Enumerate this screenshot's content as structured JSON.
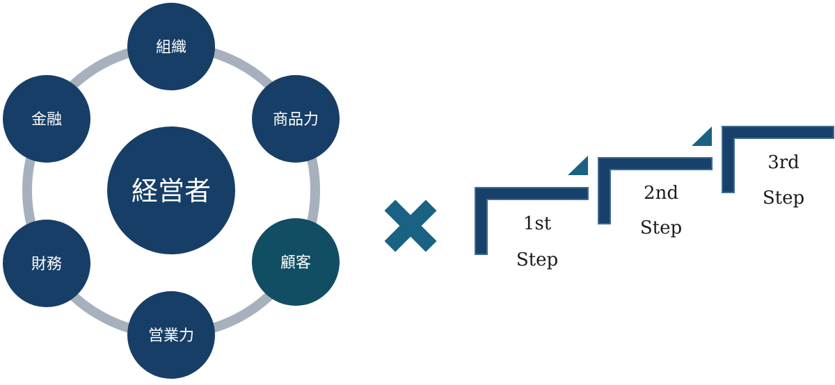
{
  "colors": {
    "node_primary": "#173e66",
    "node_highlight": "#114e63",
    "ring": "#a7b1bd",
    "cross": "#1a6283",
    "step_fill": "#17416a",
    "step_outline": "#3f6d90",
    "step_triangle": "#1a6283",
    "label_dark": "#1a1a1a"
  },
  "cycle": {
    "center_label": "経営者",
    "nodes": [
      {
        "label": "組織",
        "highlight": false
      },
      {
        "label": "商品力",
        "highlight": false
      },
      {
        "label": "顧客",
        "highlight": true
      },
      {
        "label": "営業力",
        "highlight": false
      },
      {
        "label": "財務",
        "highlight": false
      },
      {
        "label": "金融",
        "highlight": false
      }
    ]
  },
  "operator": {
    "icon": "multiply-icon"
  },
  "steps": [
    {
      "line1": "1st",
      "line2": "Step"
    },
    {
      "line1": "2nd",
      "line2": "Step"
    },
    {
      "line1": "3rd",
      "line2": "Step"
    }
  ]
}
